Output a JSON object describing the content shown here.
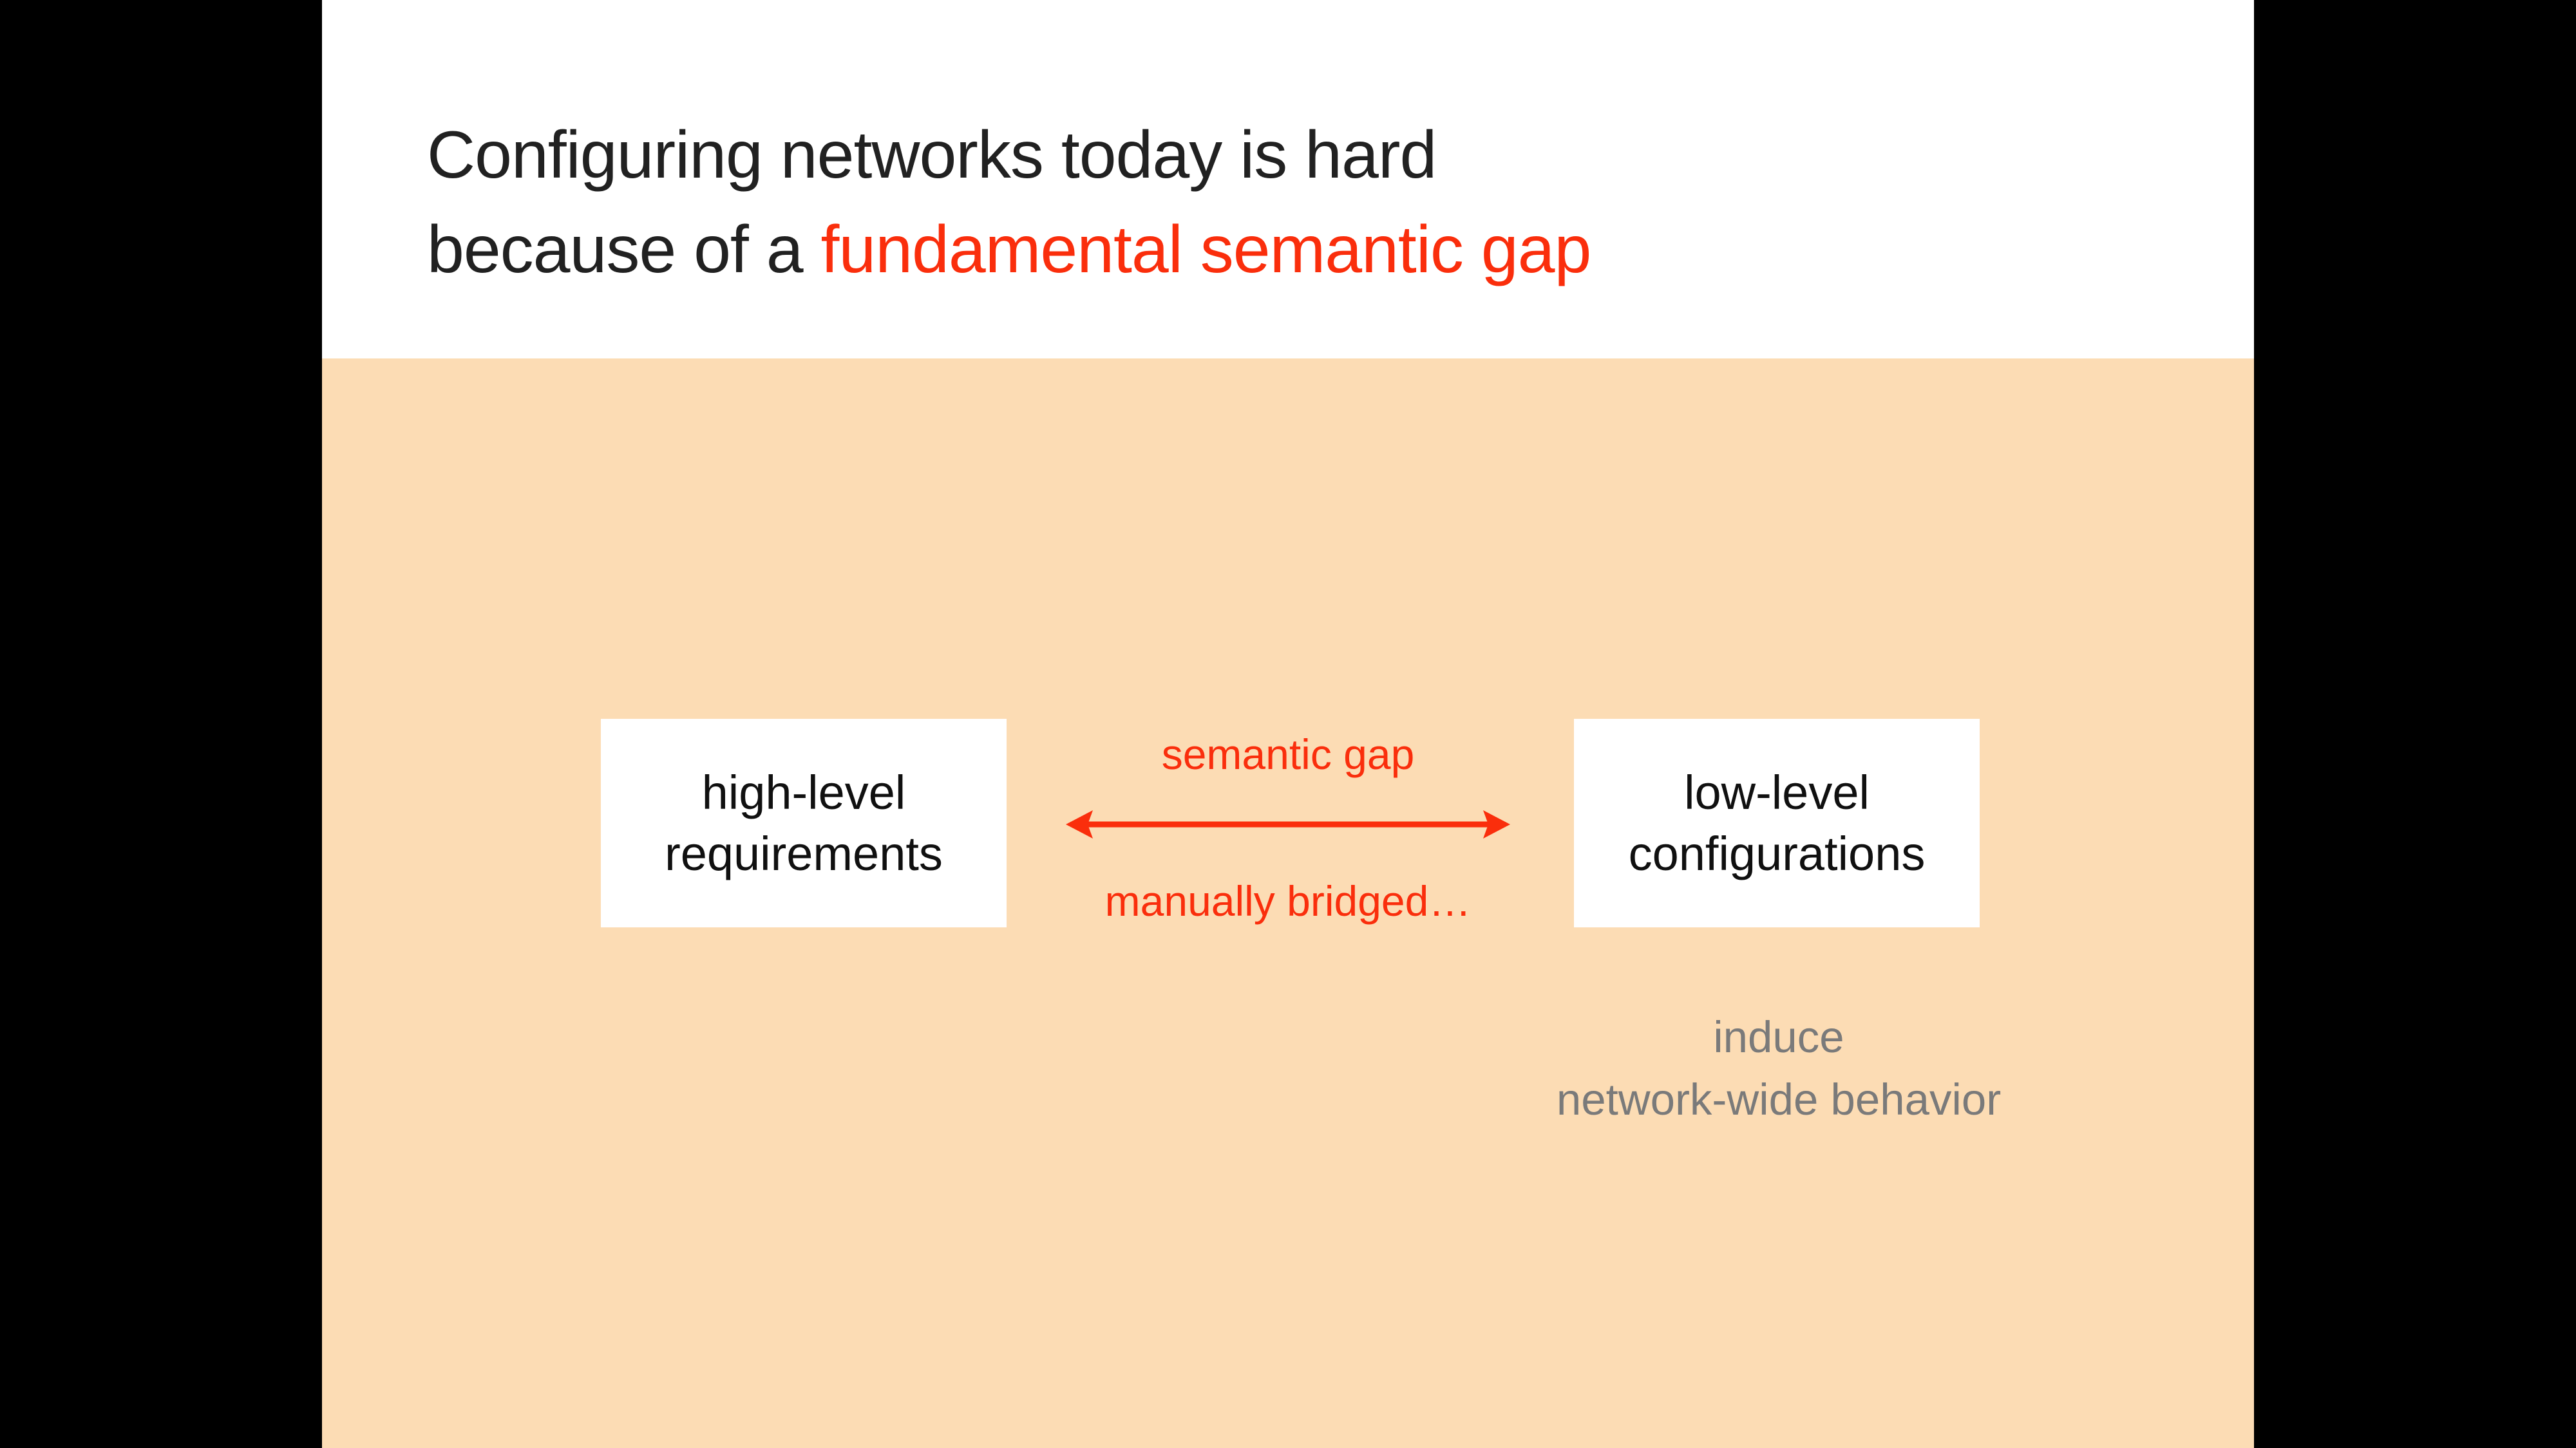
{
  "slide": {
    "title": {
      "line1": "Configuring networks today is hard",
      "line2_prefix": "because of a ",
      "line2_highlight": "fundamental semantic gap"
    },
    "diagram": {
      "left_box": {
        "line1": "high-level",
        "line2": "requirements"
      },
      "right_box": {
        "line1": "low-level",
        "line2": "configurations"
      },
      "arrow": {
        "label_top": "semantic gap",
        "label_bottom": "manually bridged…",
        "icon": "double-headed-arrow"
      },
      "caption": {
        "line1": "induce",
        "line2": "network-wide behavior"
      }
    },
    "colors": {
      "letterbox": "#000000",
      "panel_white": "#ffffff",
      "bg_orange": "#fcdcb4",
      "accent_red": "#fa2e0c",
      "muted_gray": "#7a7a7a",
      "title_dark": "#212121",
      "box_text": "#101010"
    }
  }
}
